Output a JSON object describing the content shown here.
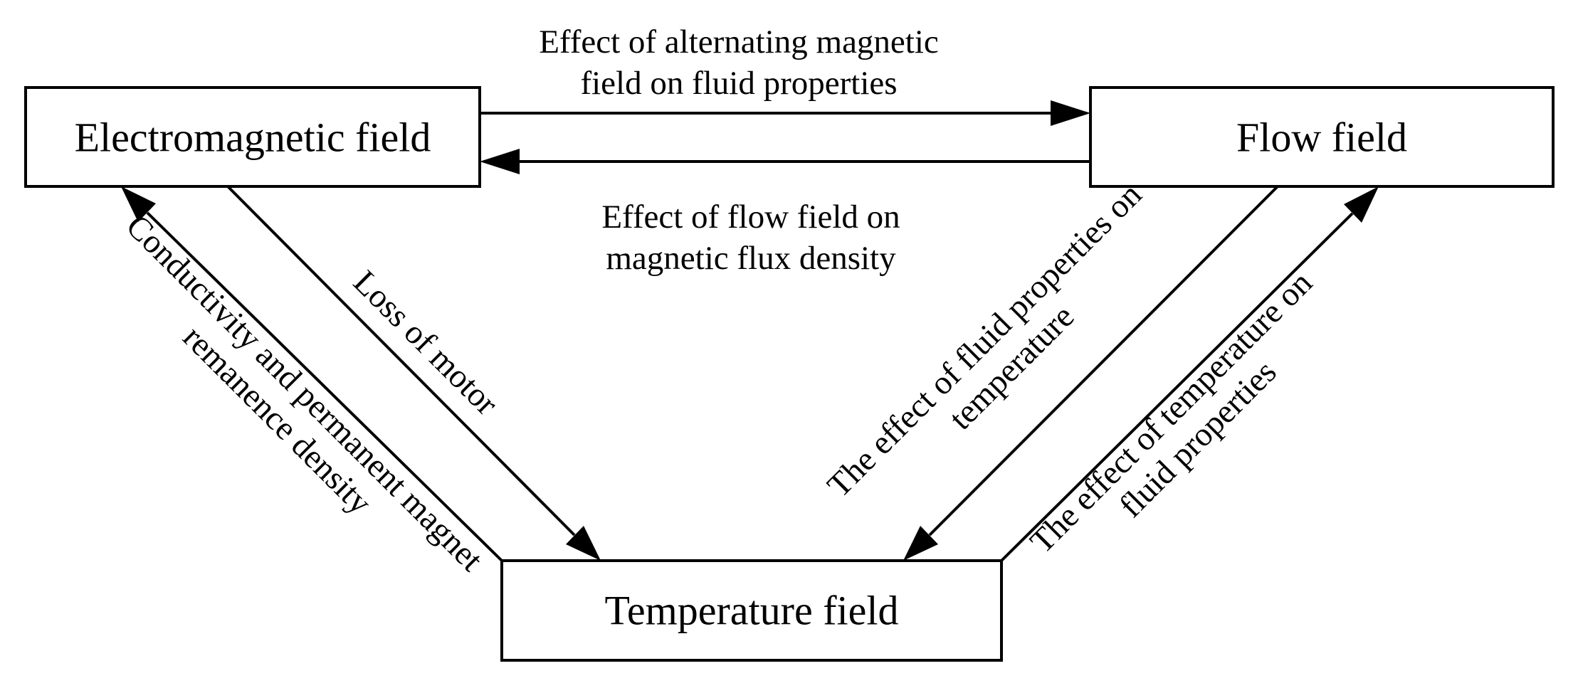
{
  "nodes": {
    "electromagnetic": {
      "label": "Electromagnetic field"
    },
    "flow": {
      "label": "Flow field"
    },
    "temperature": {
      "label": "Temperature field"
    }
  },
  "edges": {
    "em_to_flow": {
      "line1": "Effect of alternating magnetic",
      "line2": "field on fluid properties"
    },
    "flow_to_em": {
      "line1": "Effect of flow field on",
      "line2": "magnetic flux density"
    },
    "em_to_temp": {
      "line1": "Loss of motor"
    },
    "temp_to_em": {
      "line1": "Conductivity and permanent magnet",
      "line2": "remanence density"
    },
    "flow_to_temp": {
      "line1": "The effect of fluid properties on",
      "line2": "temperature"
    },
    "temp_to_flow": {
      "line1": "The effect of temperature on",
      "line2": "fluid properties"
    }
  },
  "colors": {
    "stroke": "#000000",
    "background": "#ffffff"
  }
}
